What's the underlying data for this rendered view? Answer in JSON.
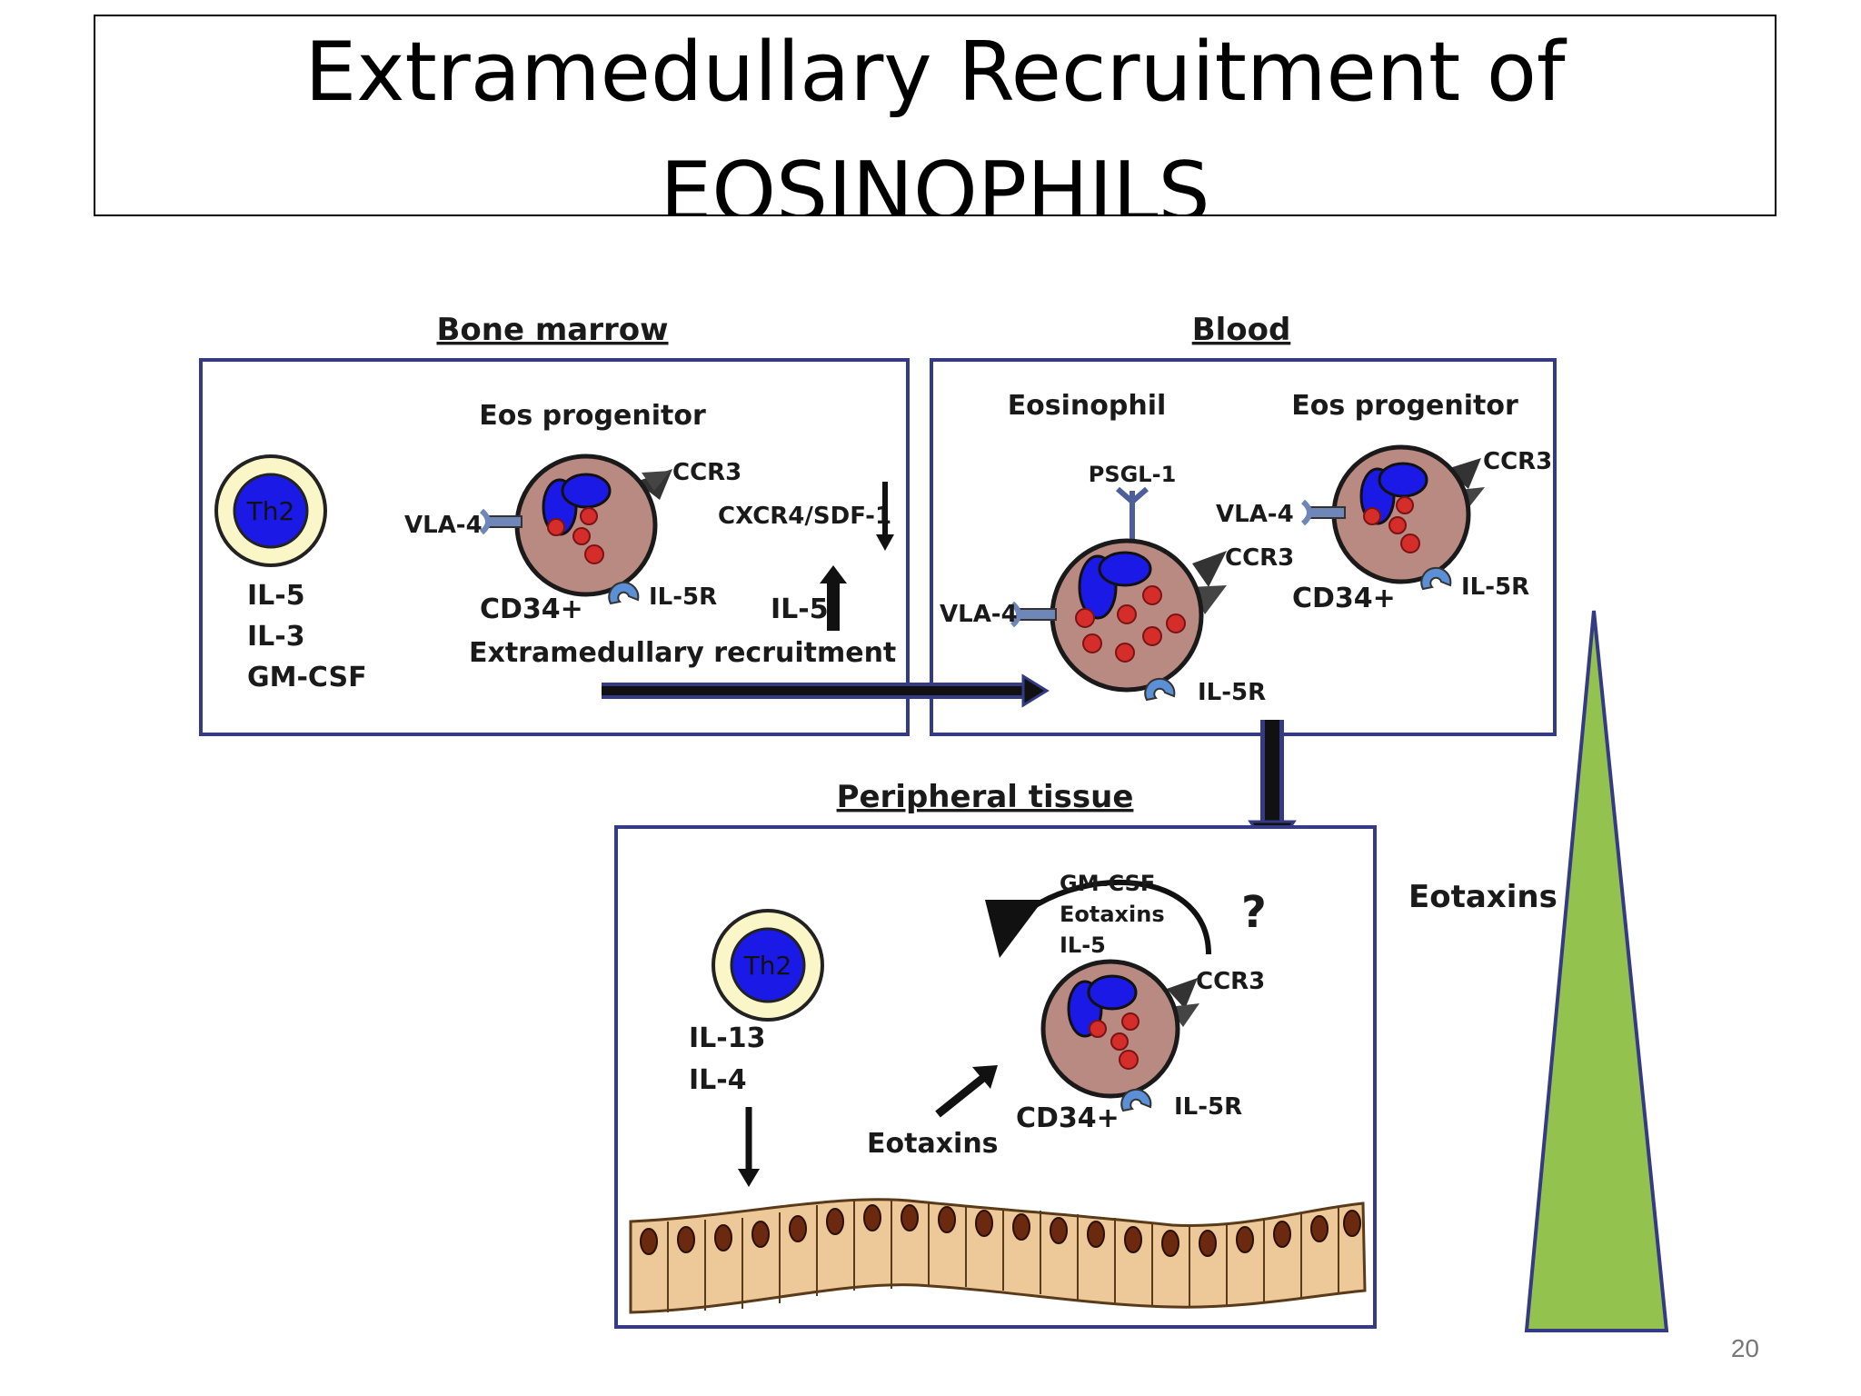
{
  "slide": {
    "title_line1": "Extramedullary Recruitment of",
    "title_line2": "EOSINOPHILS",
    "page_number": "20"
  },
  "colors": {
    "box_border": "#343a84",
    "cell_body": "#b98a82",
    "nucleus": "#1a19e6",
    "granule": "#d42d2a",
    "receptor": "#5b8fd6",
    "th2_halo": "#fbf6c8",
    "epithelium": "#edc99a",
    "epithelium_nucleus": "#6b2a10",
    "gradient_triangle": "#93c24f"
  },
  "bone_marrow": {
    "header": "Bone marrow",
    "th2_label": "Th2",
    "cytokines": [
      "IL-5",
      "IL-3",
      "GM-CSF"
    ],
    "cell_title": "Eos progenitor",
    "ccr3": "CCR3",
    "vla4": "VLA-4",
    "cd34": "CD34+",
    "il5r": "IL-5R",
    "cxcr4": "CXCR4/SDF-1",
    "il5": "IL-5",
    "recruitment": "Extramedullary recruitment"
  },
  "blood": {
    "header": "Blood",
    "eos_title": "Eosinophil",
    "psgl1": "PSGL-1",
    "vla4_left": "VLA-4",
    "ccr3_mid": "CCR3",
    "il5r_mid": "IL-5R",
    "prog_title": "Eos progenitor",
    "ccr3_right": "CCR3",
    "vla4_right": "VLA-4",
    "cd34": "CD34+",
    "il5r_right": "IL-5R"
  },
  "peripheral": {
    "header": "Peripheral tissue",
    "loop_labels": [
      "GM-CSF",
      "Eotaxins",
      "IL-5"
    ],
    "question": "?",
    "ccr3": "CCR3",
    "th2_label": "Th2",
    "cytokines": [
      "IL-13",
      "IL-4"
    ],
    "eotaxins": "Eotaxins",
    "cd34": "CD34+",
    "il5r": "IL-5R"
  },
  "gradient": {
    "label": "Eotaxins"
  }
}
